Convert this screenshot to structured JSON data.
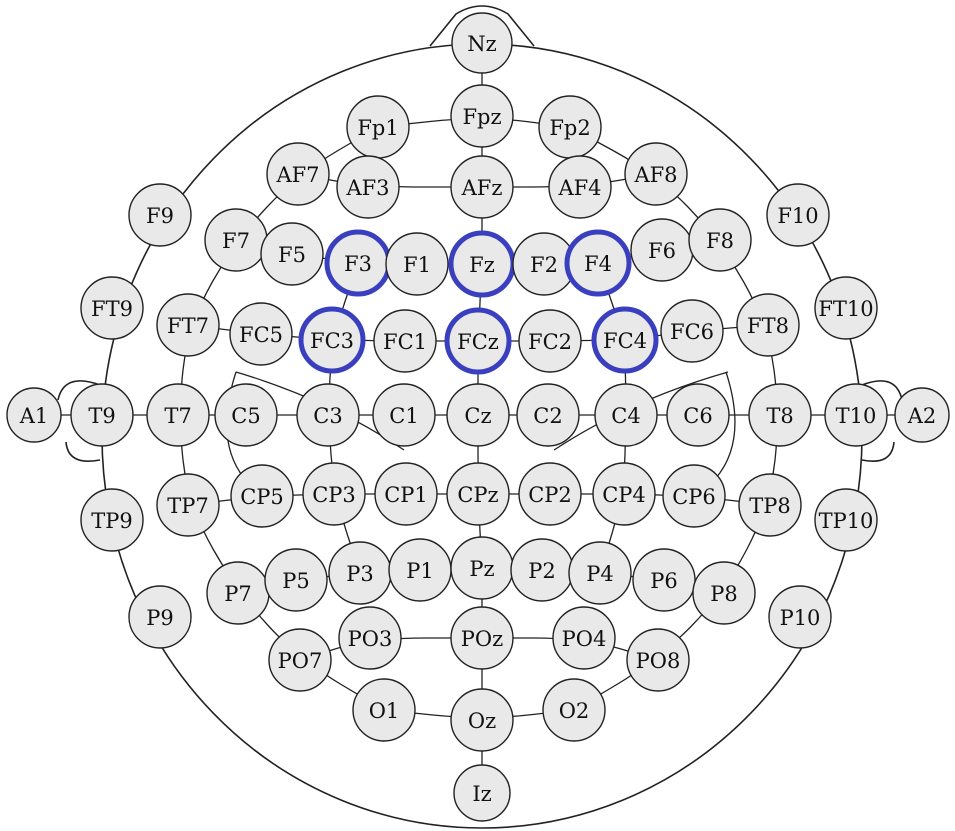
{
  "colors": {
    "highlight": "#3a3fbf",
    "electrode_fill": "#e9e9e9",
    "line": "#222222"
  },
  "highlighted": [
    "F3",
    "Fz",
    "F4",
    "FC3",
    "FCz",
    "FC4"
  ],
  "electrodes": [
    {
      "label": "Nz"
    },
    {
      "label": "Fpz"
    },
    {
      "label": "Fp1"
    },
    {
      "label": "Fp2"
    },
    {
      "label": "AF7"
    },
    {
      "label": "AF3"
    },
    {
      "label": "AFz"
    },
    {
      "label": "AF4"
    },
    {
      "label": "AF8"
    },
    {
      "label": "F9"
    },
    {
      "label": "F10"
    },
    {
      "label": "F7"
    },
    {
      "label": "F5"
    },
    {
      "label": "F3"
    },
    {
      "label": "F1"
    },
    {
      "label": "Fz"
    },
    {
      "label": "F2"
    },
    {
      "label": "F4"
    },
    {
      "label": "F6"
    },
    {
      "label": "F8"
    },
    {
      "label": "FT9"
    },
    {
      "label": "FT7"
    },
    {
      "label": "FC5"
    },
    {
      "label": "FC3"
    },
    {
      "label": "FC1"
    },
    {
      "label": "FCz"
    },
    {
      "label": "FC2"
    },
    {
      "label": "FC4"
    },
    {
      "label": "FC6"
    },
    {
      "label": "FT8"
    },
    {
      "label": "FT10"
    },
    {
      "label": "A1"
    },
    {
      "label": "T9"
    },
    {
      "label": "T7"
    },
    {
      "label": "C5"
    },
    {
      "label": "C3"
    },
    {
      "label": "C1"
    },
    {
      "label": "Cz"
    },
    {
      "label": "C2"
    },
    {
      "label": "C4"
    },
    {
      "label": "C6"
    },
    {
      "label": "T8"
    },
    {
      "label": "T10"
    },
    {
      "label": "A2"
    },
    {
      "label": "TP9"
    },
    {
      "label": "TP7"
    },
    {
      "label": "CP5"
    },
    {
      "label": "CP3"
    },
    {
      "label": "CP1"
    },
    {
      "label": "CPz"
    },
    {
      "label": "CP2"
    },
    {
      "label": "CP4"
    },
    {
      "label": "CP6"
    },
    {
      "label": "TP8"
    },
    {
      "label": "TP10"
    },
    {
      "label": "P7"
    },
    {
      "label": "P5"
    },
    {
      "label": "P3"
    },
    {
      "label": "P1"
    },
    {
      "label": "Pz"
    },
    {
      "label": "P2"
    },
    {
      "label": "P4"
    },
    {
      "label": "P6"
    },
    {
      "label": "P8"
    },
    {
      "label": "P9"
    },
    {
      "label": "P10"
    },
    {
      "label": "PO7"
    },
    {
      "label": "PO3"
    },
    {
      "label": "POz"
    },
    {
      "label": "PO4"
    },
    {
      "label": "PO8"
    },
    {
      "label": "O1"
    },
    {
      "label": "Oz"
    },
    {
      "label": "O2"
    },
    {
      "label": "Iz"
    }
  ]
}
